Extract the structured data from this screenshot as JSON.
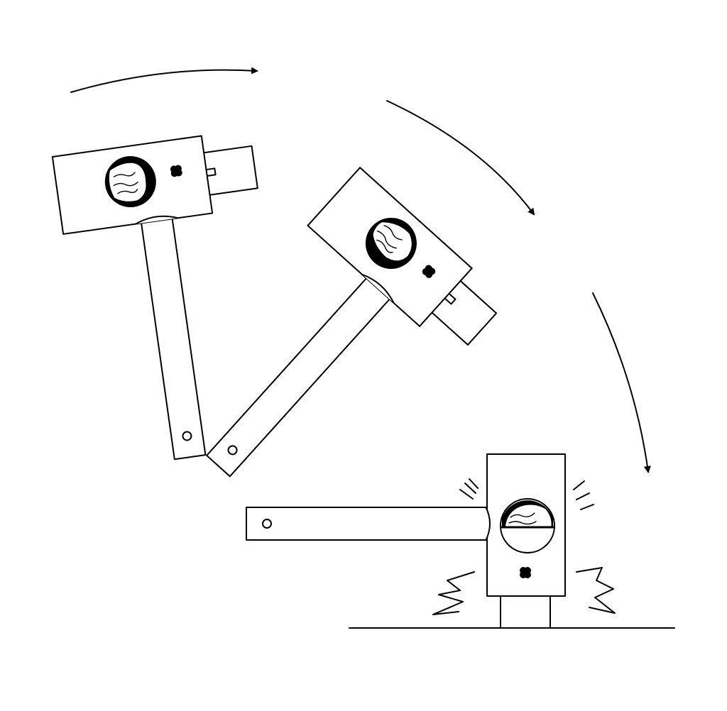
{
  "figure": {
    "description_visible_text": "",
    "colors": {
      "ink": "#000000",
      "background": "#ffffff"
    },
    "stages": [
      {
        "id": "stage-1",
        "pose": "raised"
      },
      {
        "id": "stage-2",
        "pose": "swinging"
      },
      {
        "id": "stage-3",
        "pose": "impact"
      }
    ],
    "motion_arrows": 3,
    "icons": [
      "curved-arrow-icon",
      "impact-burst-icon",
      "weight-chamber-icon"
    ]
  }
}
